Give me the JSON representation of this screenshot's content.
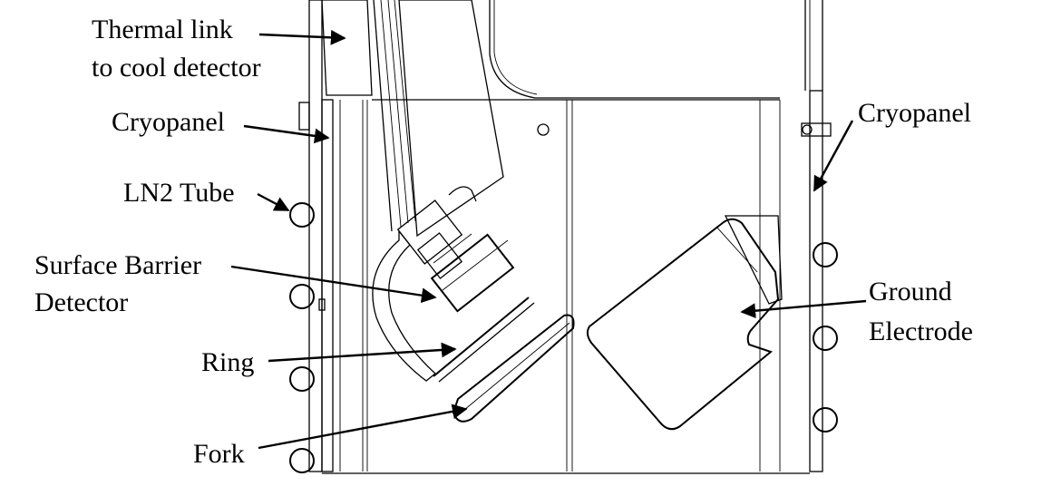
{
  "diagram": {
    "labels": {
      "thermal_link_line1": "Thermal link",
      "thermal_link_line2": "to cool detector",
      "cryopanel_left": "Cryopanel",
      "cryopanel_right": "Cryopanel",
      "ln2_tube": "LN2 Tube",
      "surface_barrier_line1": "Surface Barrier",
      "surface_barrier_line2": "Detector",
      "ring": "Ring",
      "fork": "Fork",
      "ground_electrode_line1": "Ground",
      "ground_electrode_line2": "Electrode"
    },
    "colors": {
      "ink": "#000000",
      "background": "#ffffff"
    }
  }
}
